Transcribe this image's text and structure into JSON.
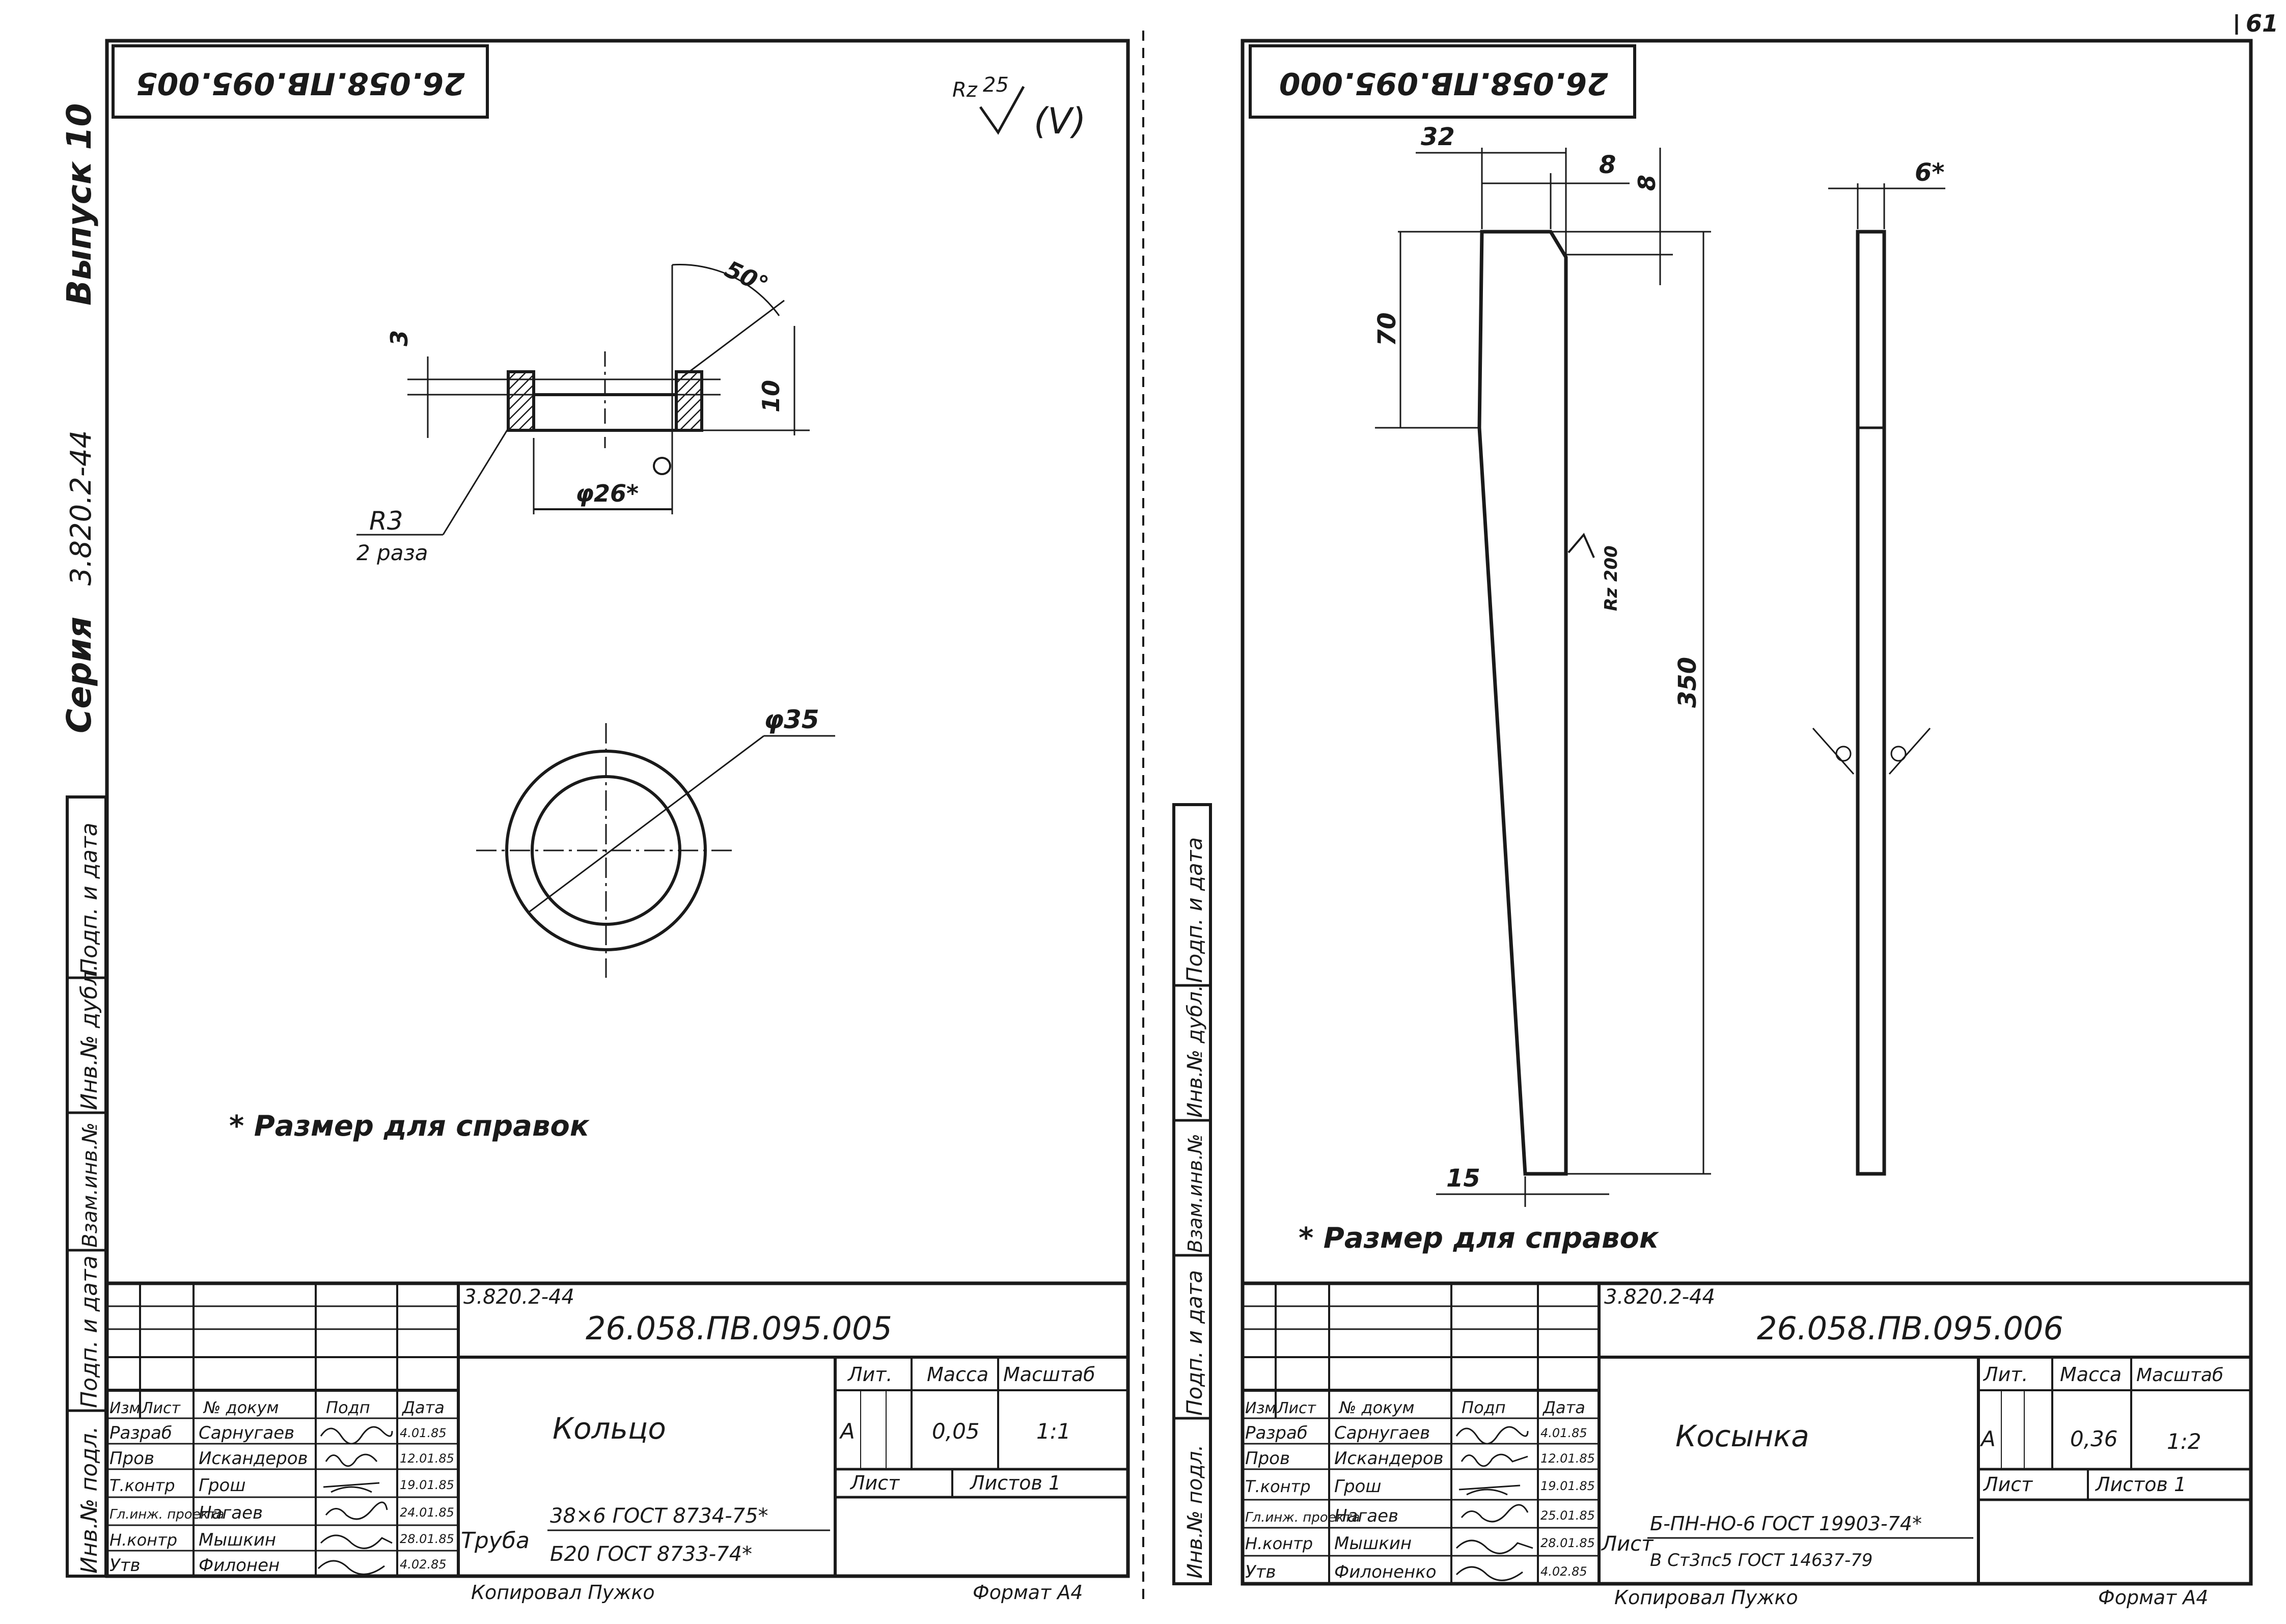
{
  "page_number": "61",
  "series_label": {
    "series": "Серия",
    "code": "3.820.2-44",
    "issue": "Выпуск 10"
  },
  "side_stamp_labels": [
    "Подп. и дата",
    "Инв.№ дубл.",
    "Взам.инв.№",
    "Подп. и дата",
    "Инв.№ подл."
  ],
  "left_sheet": {
    "rotated_code": "26.058.ПВ.095.005",
    "roughness": {
      "symbol": "Rz",
      "value": "25",
      "suffix": "(V)"
    },
    "dimensions": {
      "angle": "50°",
      "chamfer": "3",
      "height": "10",
      "inner_diameter": "φ26*",
      "outer_diameter": "φ35",
      "radius": "R3",
      "radius_note": "2 раза"
    },
    "footnote": "* Размер для справок",
    "title_block": {
      "series": "3.820.2-44",
      "designation": "26.058.ПВ.095.005",
      "name": "Кольцо",
      "headers": [
        "Изм",
        "Лист",
        "№ докум",
        "Подп",
        "Дата"
      ],
      "roles": [
        "Разраб",
        "Пров",
        "Т.контр",
        "Гл.инж. проекта",
        "Н.контр",
        "Утв"
      ],
      "people": [
        "Сарнугаев",
        "Искандеров",
        "Грош",
        "Нагаев",
        "Мышкин",
        "Филонен"
      ],
      "dates": [
        "4.01.85",
        "12.01.85",
        "19.01.85",
        "24.01.85",
        "28.01.85",
        "4.02.85"
      ],
      "lit_label": "Лит.",
      "mass_label": "Масса",
      "scale_label": "Масштаб",
      "lit": "А",
      "mass": "0,05",
      "scale": "1:1",
      "sheet_label": "Лист",
      "sheets_label": "Листов 1",
      "material_label": "Труба",
      "material_line1": "38×6 ГОСТ 8734-75*",
      "material_line2": "Б20 ГОСТ 8733-74*"
    },
    "copied_by": "Копировал  Пужко",
    "format": "Формат А4"
  },
  "right_sheet": {
    "rotated_code": "26.058.ПВ.095.000",
    "dimensions": {
      "width_top": "32",
      "chamfer_h": "8",
      "chamfer_v": "8",
      "thickness": "6*",
      "height_upper": "70",
      "length": "350",
      "width_bottom": "15",
      "roughness": "Rz 200"
    },
    "footnote": "* Размер для справок",
    "title_block": {
      "series": "3.820.2-44",
      "designation": "26.058.ПВ.095.006",
      "name": "Косынка",
      "headers": [
        "Изм",
        "Лист",
        "№ докум",
        "Подп",
        "Дата"
      ],
      "roles": [
        "Разраб",
        "Пров",
        "Т.контр",
        "Гл.инж. проекта",
        "Н.контр",
        "Утв"
      ],
      "people": [
        "Сарнугаев",
        "Искандеров",
        "Грош",
        "Нагаев",
        "Мышкин",
        "Филоненко"
      ],
      "dates": [
        "4.01.85",
        "12.01.85",
        "19.01.85",
        "25.01.85",
        "28.01.85",
        "4.02.85"
      ],
      "lit_label": "Лит.",
      "mass_label": "Масса",
      "scale_label": "Масштаб",
      "lit": "А",
      "mass": "0,36",
      "scale": "1:2",
      "sheet_label": "Лист",
      "sheets_label": "Листов 1",
      "material_label": "Лист",
      "material_line1": "Б-ПН-НО-6 ГОСТ 19903-74*",
      "material_line2": "В Ст3пс5 ГОСТ 14637-79"
    },
    "copied_by": "Копировал  Пужко",
    "format": "Формат А4"
  }
}
